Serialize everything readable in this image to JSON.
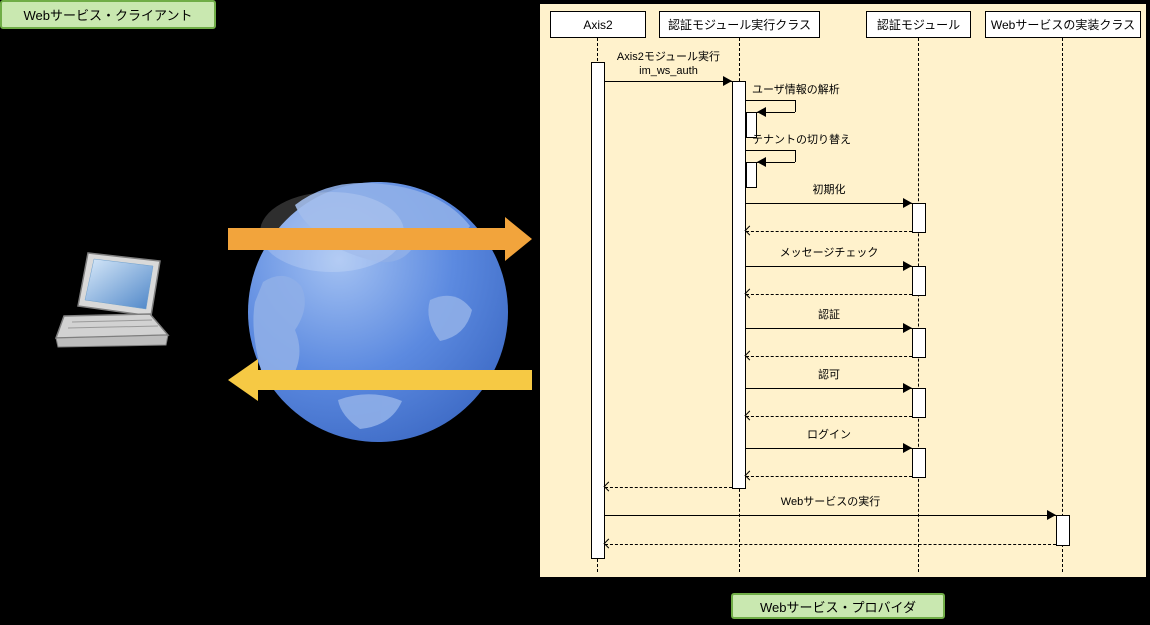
{
  "colors": {
    "panel_bg": "#FFF2CC",
    "label_bg": "#C9E8B0",
    "label_border": "#70AD47",
    "request_arrow": "#F2A43C",
    "response_arrow": "#F6C944",
    "globe_blue": "#5C8AE0"
  },
  "client": {
    "label": "Webサービス・クライアント"
  },
  "provider": {
    "label": "Webサービス・プロバイダ"
  },
  "diagram": {
    "lifelines": [
      {
        "label": "Axis2"
      },
      {
        "label": "認証モジュール実行クラス"
      },
      {
        "label": "認証モジュール"
      },
      {
        "label": "Webサービスの実装クラス"
      }
    ],
    "messages": [
      {
        "label": "Axis2モジュール実行",
        "sublabel": "im_ws_auth",
        "type": "sync-call",
        "from": "Axis2",
        "to": "認証モジュール実行クラス"
      },
      {
        "label": "ユーザ情報の解析",
        "type": "self-call",
        "from": "認証モジュール実行クラス",
        "to": "認証モジュール実行クラス"
      },
      {
        "label": "テナントの切り替え",
        "type": "self-call",
        "from": "認証モジュール実行クラス",
        "to": "認証モジュール実行クラス"
      },
      {
        "label": "初期化",
        "type": "sync-call-return",
        "from": "認証モジュール実行クラス",
        "to": "認証モジュール"
      },
      {
        "label": "メッセージチェック",
        "type": "sync-call-return",
        "from": "認証モジュール実行クラス",
        "to": "認証モジュール"
      },
      {
        "label": "認証",
        "type": "sync-call-return",
        "from": "認証モジュール実行クラス",
        "to": "認証モジュール"
      },
      {
        "label": "認可",
        "type": "sync-call-return",
        "from": "認証モジュール実行クラス",
        "to": "認証モジュール"
      },
      {
        "label": "ログイン",
        "type": "sync-call-return",
        "from": "認証モジュール実行クラス",
        "to": "認証モジュール"
      },
      {
        "label": "Webサービスの実行",
        "type": "sync-call-return",
        "from": "Axis2",
        "to": "Webサービスの実装クラス"
      }
    ]
  }
}
